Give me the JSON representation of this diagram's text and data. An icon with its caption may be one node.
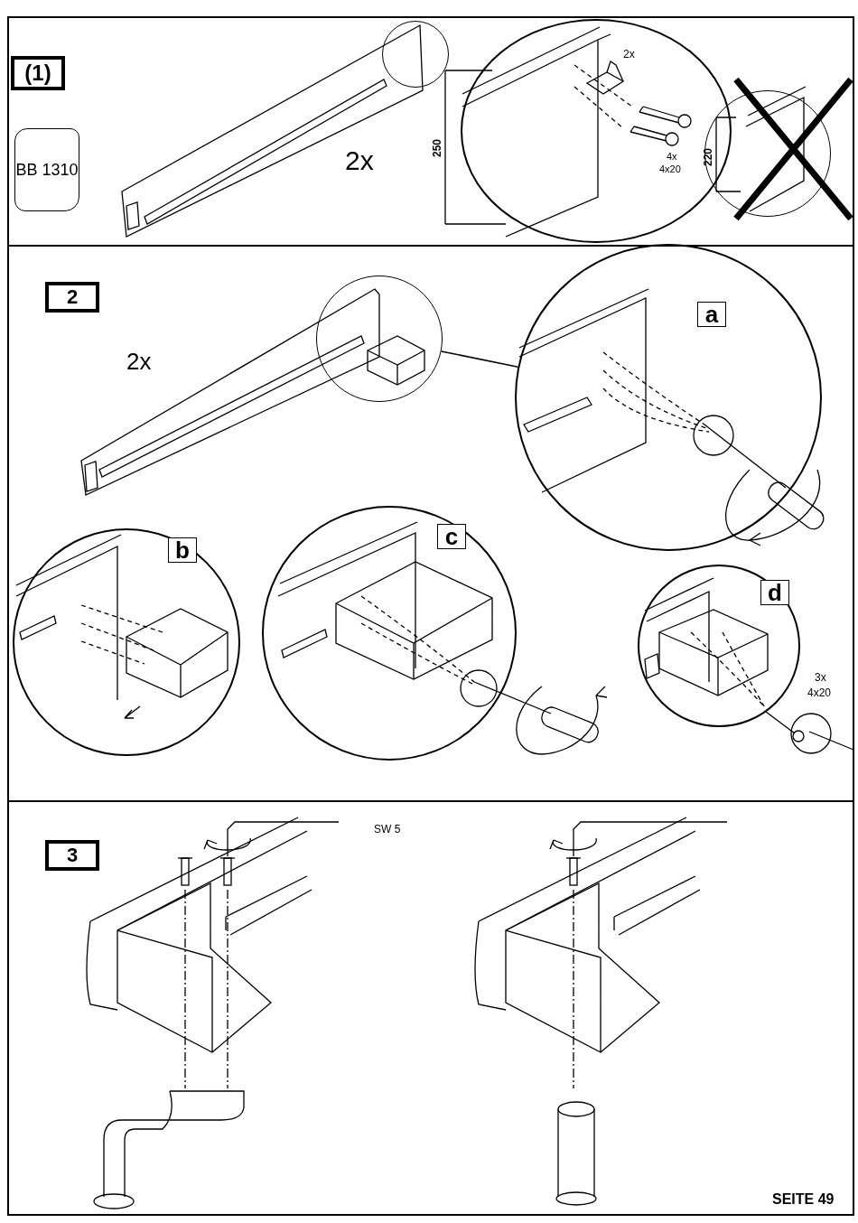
{
  "diagram": {
    "nodes": [
      {
        "text": [
          "(1)"
        ]
      },
      {
        "text": [
          "BB 1310"
        ]
      },
      {
        "text": [],
        "shape": "circle"
      },
      {
        "text": [],
        "shape": "circle"
      },
      {
        "text": [],
        "shape": "circle"
      },
      {
        "text": [
          "2"
        ]
      },
      {
        "text": [],
        "shape": "circle"
      },
      {
        "text": [],
        "shape": "circle"
      },
      {
        "text": [
          "a"
        ],
        "in": 7
      },
      {
        "text": [],
        "shape": "circle"
      },
      {
        "text": [
          "b"
        ],
        "in": 9
      },
      {
        "text": [],
        "shape": "circle"
      },
      {
        "text": [
          "c"
        ],
        "in": 11
      },
      {
        "text": [],
        "shape": "circle"
      },
      {
        "text": [
          "d"
        ],
        "in": 13
      },
      {
        "text": [
          "3"
        ]
      }
    ],
    "edges": [
      {
        "from": 6,
        "to": 7,
        "arrow": "none"
      }
    ],
    "labels": [
      "2x",
      "250",
      "2x",
      "4x",
      "4x20",
      "220",
      "2x",
      "3x",
      "4x20",
      "SW 5",
      "SEITE 49"
    ]
  }
}
